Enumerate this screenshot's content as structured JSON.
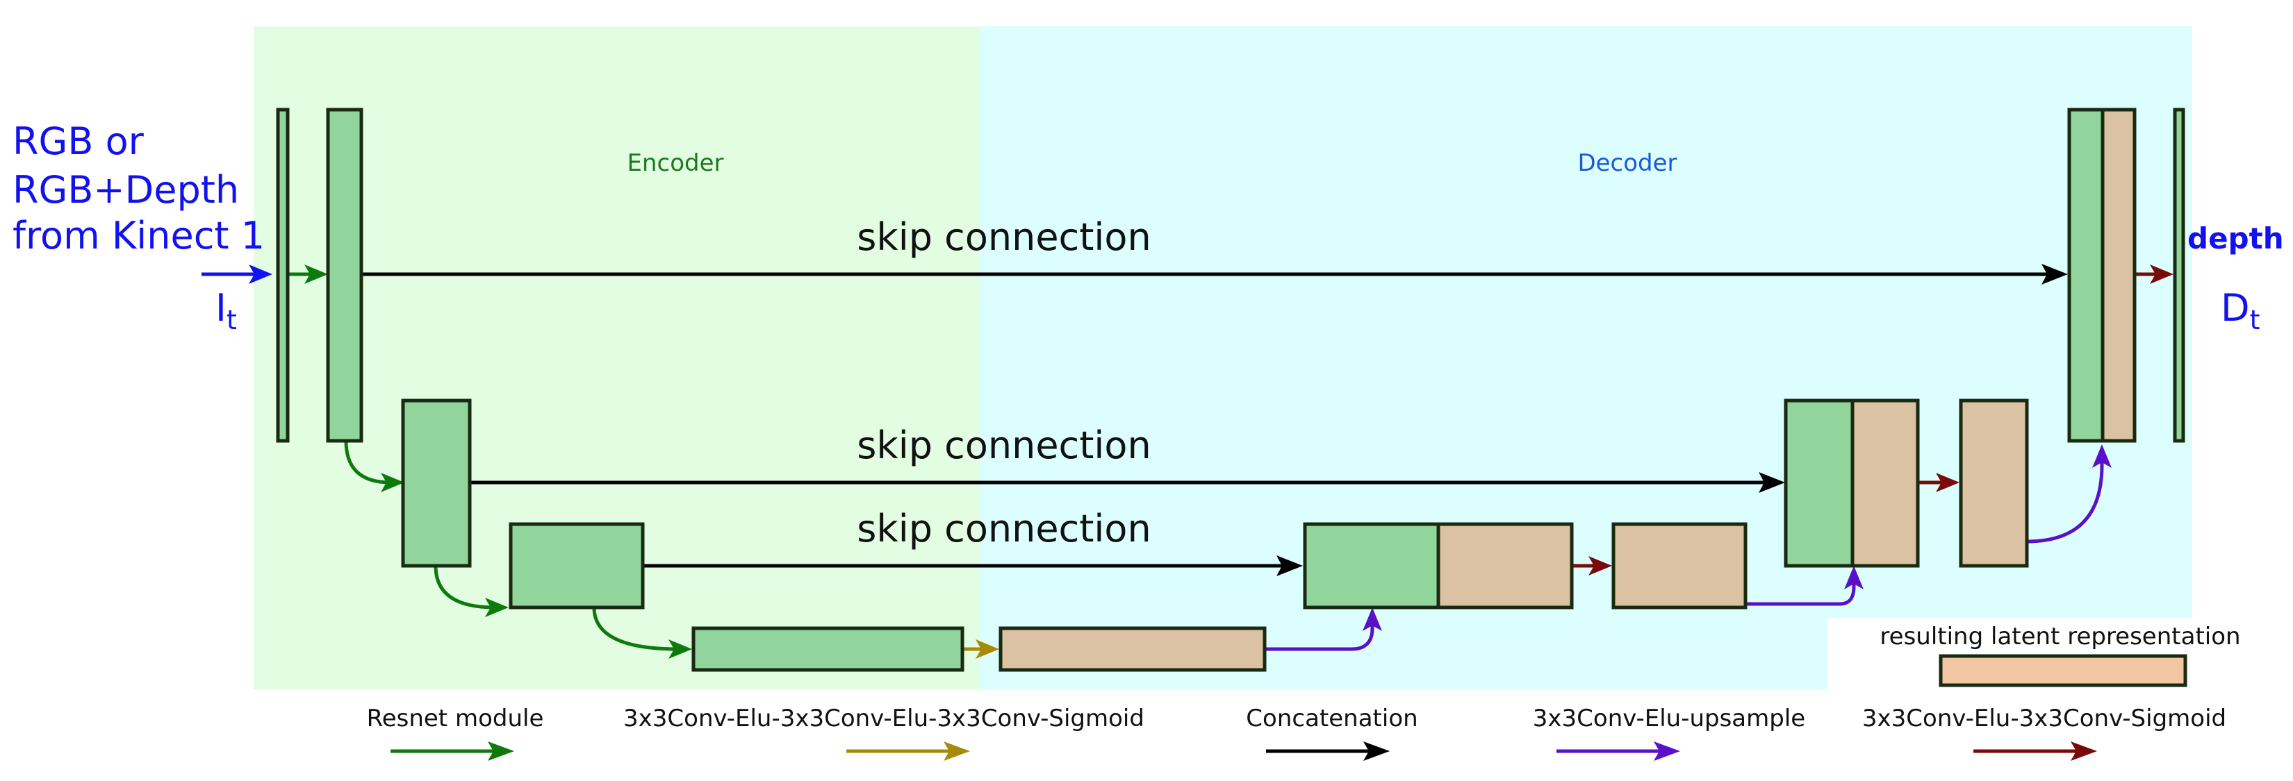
{
  "regions": {
    "encoder_label": "Encoder",
    "decoder_label": "Decoder",
    "encoder_color": "#e3fde3",
    "decoder_color": "#dcfefe"
  },
  "input": {
    "title_lines": [
      "RGB or",
      "RGB+Depth",
      "from Kinect 1"
    ],
    "symbol": "I",
    "subscript": "t",
    "color": "#1212f0"
  },
  "output": {
    "title": "depth",
    "symbol": "D",
    "subscript": "t",
    "color": "#1212f0"
  },
  "skip_labels": [
    "skip connection",
    "skip connection",
    "skip connection"
  ],
  "latent": {
    "label": "resulting latent representation"
  },
  "legend": [
    {
      "label": "Resnet module",
      "color": "#0e7a0e"
    },
    {
      "label": "3x3Conv-Elu-3x3Conv-Elu-3x3Conv-Sigmoid",
      "color": "#a88a0a"
    },
    {
      "label": "Concatenation",
      "color": "#000000"
    },
    {
      "label": "3x3Conv-Elu-upsample",
      "color": "#5a10c8"
    },
    {
      "label": "3x3Conv-Elu-3x3Conv-Sigmoid",
      "color": "#7a0a0a"
    }
  ],
  "colors": {
    "green_block": "#92d59c",
    "tan_block": "#dbc2a2",
    "latent_block": "#f2c6a2",
    "block_border": "#1a2a12"
  }
}
